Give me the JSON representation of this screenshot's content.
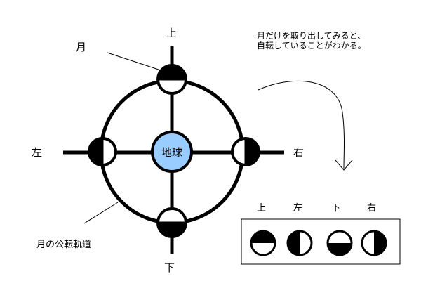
{
  "labels": {
    "top": "上",
    "bottom": "下",
    "left": "左",
    "right": "右",
    "moon": "月",
    "earth": "地球",
    "orbit": "月の公転軌道"
  },
  "note": {
    "line1": "月だけを取り出してみると、",
    "line2": "自転していることがわかる。"
  },
  "legend": {
    "labels": [
      "上",
      "左",
      "下",
      "右"
    ]
  },
  "colors": {
    "earth": "#99ccff",
    "ink": "#000000",
    "paper": "#ffffff"
  }
}
